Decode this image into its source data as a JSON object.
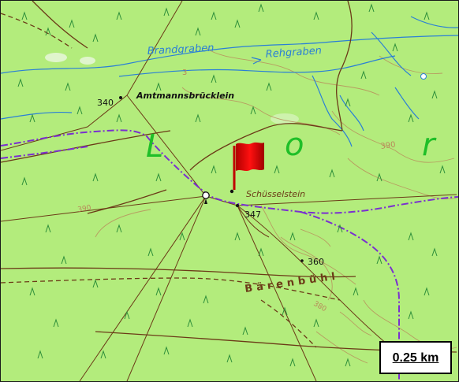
{
  "map": {
    "colors": {
      "land": "#b3ec7c",
      "water": "#2a7fd6",
      "boundary": "#7a2fd0",
      "track": "#6b3a17",
      "contour": "#b88a5a",
      "forest_symbol": "#2e8f3a",
      "region_letters": "#1fbf28",
      "marker": "#e00000"
    },
    "labels": {
      "brandgraben": "Brandgraben",
      "rehgraben": "Rehgraben",
      "amtmann": "Amtmannsbrücklein",
      "elev_340": "340",
      "schuessel": "Schüsselstein",
      "elev_347": "347",
      "elev_360": "360",
      "elev_390": "390",
      "elev_390b": "390",
      "elev_3": "3",
      "elev_380": "380",
      "region_l": "L",
      "region_o": "o",
      "region_r": "r",
      "baerenbuehl": "Bärenbühl"
    },
    "marker": {
      "type": "flag",
      "icon": "red-flag-icon"
    }
  },
  "scale": {
    "label": "0.25 km"
  }
}
